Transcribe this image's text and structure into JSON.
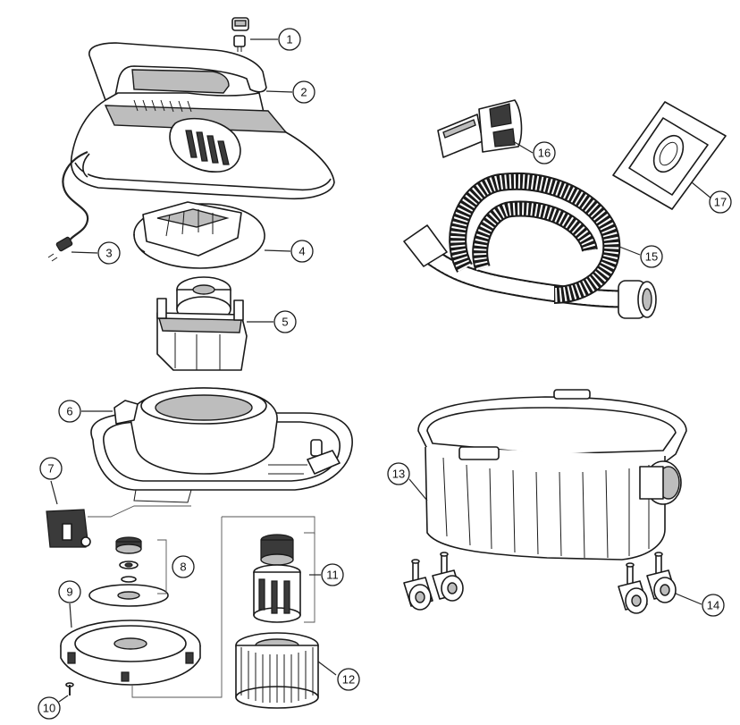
{
  "diagram": {
    "type": "exploded-parts-view",
    "callouts": [
      {
        "id": 1,
        "label": "1"
      },
      {
        "id": 2,
        "label": "2"
      },
      {
        "id": 3,
        "label": "3"
      },
      {
        "id": 4,
        "label": "4"
      },
      {
        "id": 5,
        "label": "5"
      },
      {
        "id": 6,
        "label": "6"
      },
      {
        "id": 7,
        "label": "7"
      },
      {
        "id": 8,
        "label": "8"
      },
      {
        "id": 9,
        "label": "9"
      },
      {
        "id": 10,
        "label": "10"
      },
      {
        "id": 11,
        "label": "11"
      },
      {
        "id": 12,
        "label": "12"
      },
      {
        "id": 13,
        "label": "13"
      },
      {
        "id": 14,
        "label": "14"
      },
      {
        "id": 15,
        "label": "15"
      },
      {
        "id": 16,
        "label": "16"
      },
      {
        "id": 17,
        "label": "17"
      }
    ]
  }
}
